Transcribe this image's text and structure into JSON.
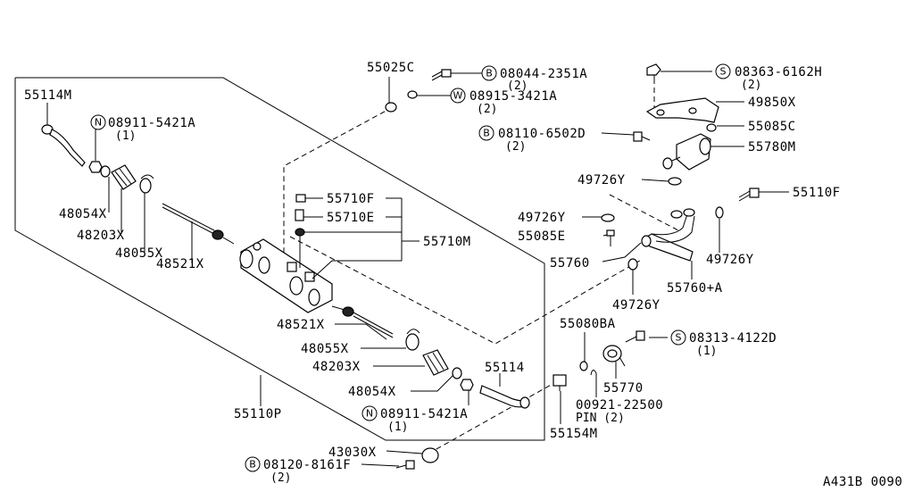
{
  "diagram_code": "A431B 0090",
  "parts": {
    "p55114M": "55114M",
    "n08911_top": "08911-5421A",
    "n08911_top_qty": "(1)",
    "p48054X_top": "48054X",
    "p48203X_top": "48203X",
    "p48055X_top": "48055X",
    "p48521X_top": "48521X",
    "p55025C": "55025C",
    "b08044": "08044-2351A",
    "b08044_qty": "(2)",
    "w08915": "08915-3421A",
    "w08915_qty": "(2)",
    "p55710F": "55710F",
    "p55710E": "55710E",
    "p55710M": "55710M",
    "p48521X_bot": "48521X",
    "p48055X_bot": "48055X",
    "p48203X_bot": "48203X",
    "p48054X_bot": "48054X",
    "p55110P": "55110P",
    "n08911_bot": "08911-5421A",
    "n08911_bot_qty": "(1)",
    "p55114": "55114",
    "p43030X": "43030X",
    "b08120": "08120-8161F",
    "b08120_qty": "(2)",
    "s08363": "08363-6162H",
    "s08363_qty": "(2)",
    "p49850X": "49850X",
    "p55085C": "55085C",
    "b08110": "08110-6502D",
    "b08110_qty": "(2)",
    "p55780M": "55780M",
    "p49726Y_a": "49726Y",
    "p55110F": "55110F",
    "p49726Y_b": "49726Y",
    "p55085E": "55085E",
    "p55760": "55760",
    "p49726Y_c": "49726Y",
    "p55760A": "55760+A",
    "p49726Y_d": "49726Y",
    "p55080BA": "55080BA",
    "s08313": "08313-4122D",
    "s08313_qty": "(1)",
    "p55770": "55770",
    "p00921": "00921-22500",
    "p00921_pin": "PIN (2)",
    "p55154M": "55154M"
  },
  "prefix": {
    "n": "N",
    "b": "B",
    "w": "W",
    "s": "S"
  }
}
